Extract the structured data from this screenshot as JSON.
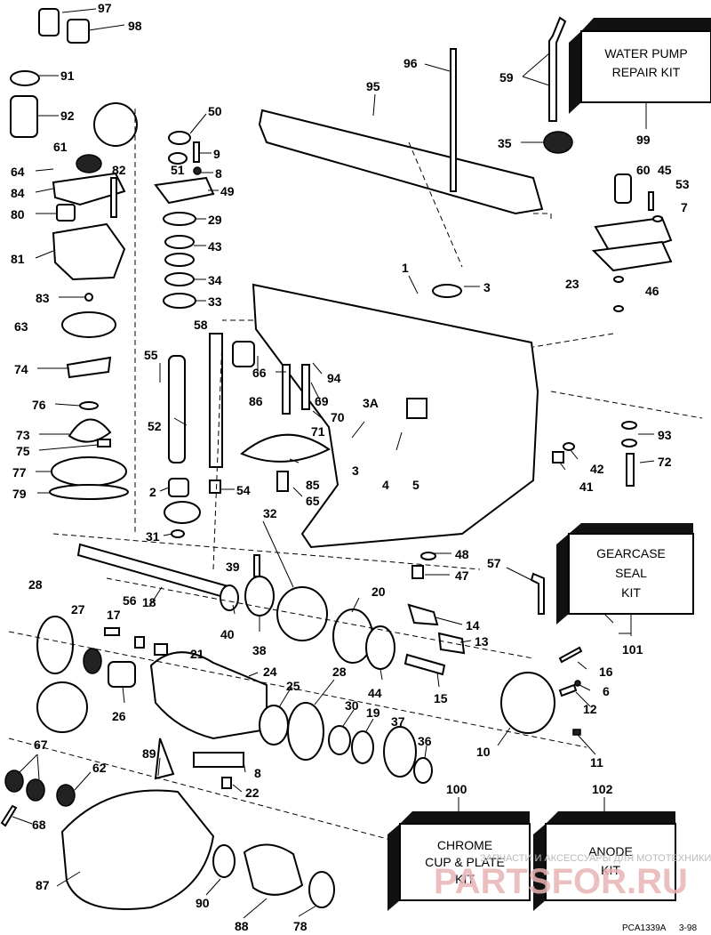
{
  "kits": {
    "water_pump": {
      "line1": "WATER PUMP",
      "line2": "REPAIR KIT",
      "number": "99"
    },
    "gearcase_seal": {
      "line1": "GEARCASE",
      "line2": "SEAL",
      "line3": "KIT",
      "number": "101"
    },
    "chrome_cup": {
      "line1": "CHROME",
      "line2": "CUP & PLATE",
      "line3": "KIT",
      "number": "100"
    },
    "anode": {
      "line1": "ANODE",
      "line2": "KIT",
      "number": "102"
    }
  },
  "callouts": {
    "c97": "97",
    "c98": "98",
    "c91": "91",
    "c92": "92",
    "c61": "61",
    "c64": "64",
    "c84": "84",
    "c82": "82",
    "c80": "80",
    "c81": "81",
    "c83": "83",
    "c63": "63",
    "c74": "74",
    "c76": "76",
    "c73": "73",
    "c75": "75",
    "c77": "77",
    "c79": "79",
    "c50": "50",
    "c9": "9",
    "c51": "51",
    "c8a": "8",
    "c49": "49",
    "c29": "29",
    "c43": "43",
    "c34": "34",
    "c33": "33",
    "c58": "58",
    "c55": "55",
    "c52": "52",
    "c2": "2",
    "c54": "54",
    "c31": "31",
    "c32": "32",
    "c96": "96",
    "c95": "95",
    "c59": "59",
    "c35": "35",
    "c60": "60",
    "c45": "45",
    "c53": "53",
    "c7": "7",
    "c23": "23",
    "c46": "46",
    "c1": "1",
    "c3a": "3",
    "c66": "66",
    "c86": "86",
    "c94": "94",
    "c69": "69",
    "c70": "70",
    "c71": "71",
    "c3A": "3A",
    "c3b": "3",
    "c4": "4",
    "c5": "5",
    "c85": "85",
    "c65": "65",
    "c93": "93",
    "c42": "42",
    "c72": "72",
    "c41": "41",
    "c48": "48",
    "c47": "47",
    "c57": "57",
    "c39": "39",
    "c28a": "28",
    "c27": "27",
    "c17": "17",
    "c56": "56",
    "c18": "18",
    "c40": "40",
    "c38": "38",
    "c20": "20",
    "c14": "14",
    "c21": "21",
    "c13": "13",
    "c24": "24",
    "c16": "16",
    "c6": "6",
    "c12": "12",
    "c26": "26",
    "c25": "25",
    "c28b": "28",
    "c44": "44",
    "c15": "15",
    "c30": "30",
    "c19": "19",
    "c37": "37",
    "c10": "10",
    "c11": "11",
    "c67": "67",
    "c89": "89",
    "c62": "62",
    "c8b": "8",
    "c36": "36",
    "c22": "22",
    "c68": "68",
    "c87": "87",
    "c90": "90",
    "c88": "88",
    "c78": "78"
  },
  "watermark": {
    "brand": "PARTSFOR.RU",
    "tagline": "ЗАПЧАСТИ И АКСЕССУАРЫ ДЛЯ МОТОТЕХНИКИ"
  },
  "footer": {
    "code": "PCA1339A",
    "date": "3-98"
  }
}
